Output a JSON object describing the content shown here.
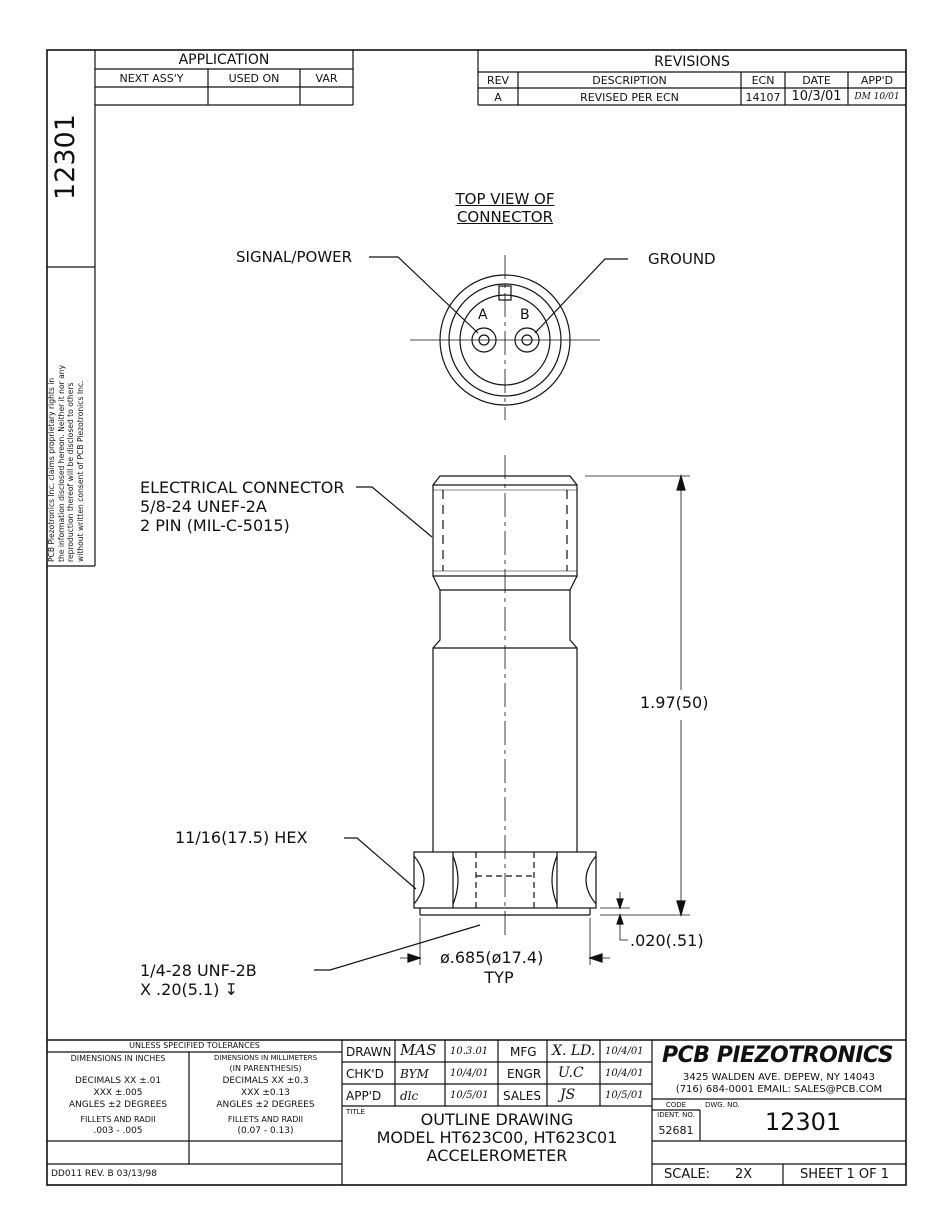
{
  "application": {
    "title": "APPLICATION",
    "headers": [
      "NEXT ASS'Y",
      "USED ON",
      "VAR"
    ]
  },
  "revisions": {
    "title": "REVISIONS",
    "headers": [
      "REV",
      "DESCRIPTION",
      "ECN",
      "DATE",
      "APP'D"
    ],
    "rows": [
      {
        "rev": "A",
        "description": "REVISED PER ECN",
        "ecn": "14107",
        "date": "10/3/01",
        "appd": "DM 10/01"
      }
    ]
  },
  "side_number": "12301",
  "proprietary_notice": [
    "PCB Piezotronics Inc. claims proprietary rights in",
    "the information disclosed hereon. Neither it nor any",
    "reproduction thereof will be disclosed to others",
    "without written consent of PCB Piezotronics Inc."
  ],
  "drawing": {
    "top_view_title": [
      "TOP VIEW OF",
      "CONNECTOR"
    ],
    "signal_label": "SIGNAL/POWER",
    "ground_label": "GROUND",
    "pin_a": "A",
    "pin_b": "B",
    "connector_note": [
      "ELECTRICAL CONNECTOR",
      "5/8-24 UNEF-2A",
      "2 PIN (MIL-C-5015)"
    ],
    "height_dim": "1.97(50)",
    "hex_note": "11/16(17.5) HEX",
    "thread_note": [
      "1/4-28 UNF-2B",
      "X .20(5.1) ↧"
    ],
    "dia_dim": "ø.685(ø17.4)",
    "dia_typ": "TYP",
    "gap_dim": ".020(.51)"
  },
  "tolerances": {
    "header": "UNLESS SPECIFIED TOLERANCES",
    "col1_title": "DIMENSIONS IN INCHES",
    "col2_title": "DIMENSIONS IN MILLIMETERS",
    "col2_sub": "(IN PARENTHESIS)",
    "col1_lines": [
      "DECIMALS   XX ±.01",
      "XXX ±.005",
      "ANGLES ±2 DEGREES"
    ],
    "col2_lines": [
      "DECIMALS   XX ±0.3",
      "XXX ±0.13",
      "ANGLES ±2 DEGREES"
    ],
    "fillets_title": "FILLETS AND RADII",
    "fillets_in": ".003  -  .005",
    "fillets_mm": "(0.07  -  0.13)",
    "form_rev": "DD011  REV. B  03/13/98"
  },
  "signoff": {
    "drawn_label": "DRAWN",
    "drawn_sig": "MAS",
    "drawn_date": "10.3.01",
    "mfg_label": "MFG",
    "mfg_sig": "X. LD.",
    "mfg_date": "10/4/01",
    "chkd_label": "CHK'D",
    "chkd_sig": "BYM",
    "chkd_date": "10/4/01",
    "engr_label": "ENGR",
    "engr_sig": "U.C",
    "engr_date": "10/4/01",
    "appd_label": "APP'D",
    "appd_sig": "dlc",
    "appd_date": "10/5/01",
    "sales_label": "SALES",
    "sales_sig": "JS",
    "sales_date": "10/5/01"
  },
  "title_block": {
    "title_label": "TITLE",
    "title_lines": [
      "OUTLINE DRAWING",
      "MODEL HT623C00, HT623C01",
      "ACCELEROMETER"
    ],
    "company_logo": "PCB PIEZOTRONICS",
    "address": [
      "3425 WALDEN AVE. DEPEW, NY 14043",
      "(716) 684-0001  EMAIL: SALES@PCB.COM"
    ],
    "code_label": "CODE",
    "ident_label": "IDENT. NO.",
    "ident_no": "52681",
    "dwg_label": "DWG. NO.",
    "dwg_no": "12301",
    "scale_label": "SCALE:",
    "scale": "2X",
    "sheet": "SHEET 1 OF 1"
  }
}
